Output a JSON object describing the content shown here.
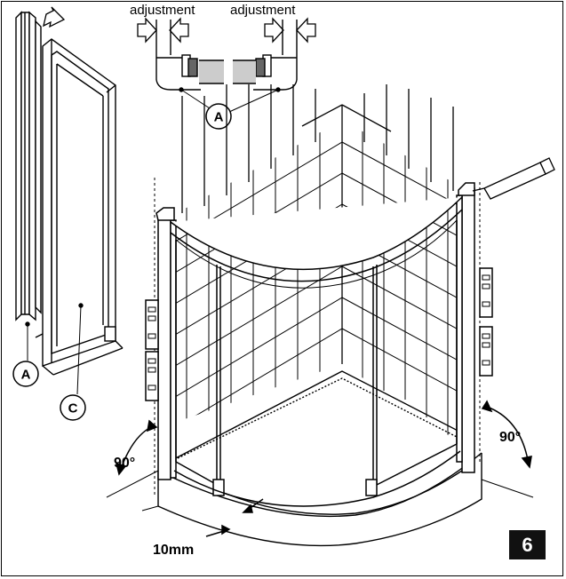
{
  "labels": {
    "adjustment_left": "adjustment",
    "adjustment_right": "adjustment",
    "callout_a_top": "A",
    "callout_a_left": "A",
    "callout_c": "C",
    "angle_left": "90°",
    "angle_right": "90°",
    "gap": "10mm"
  },
  "step_number": "6"
}
